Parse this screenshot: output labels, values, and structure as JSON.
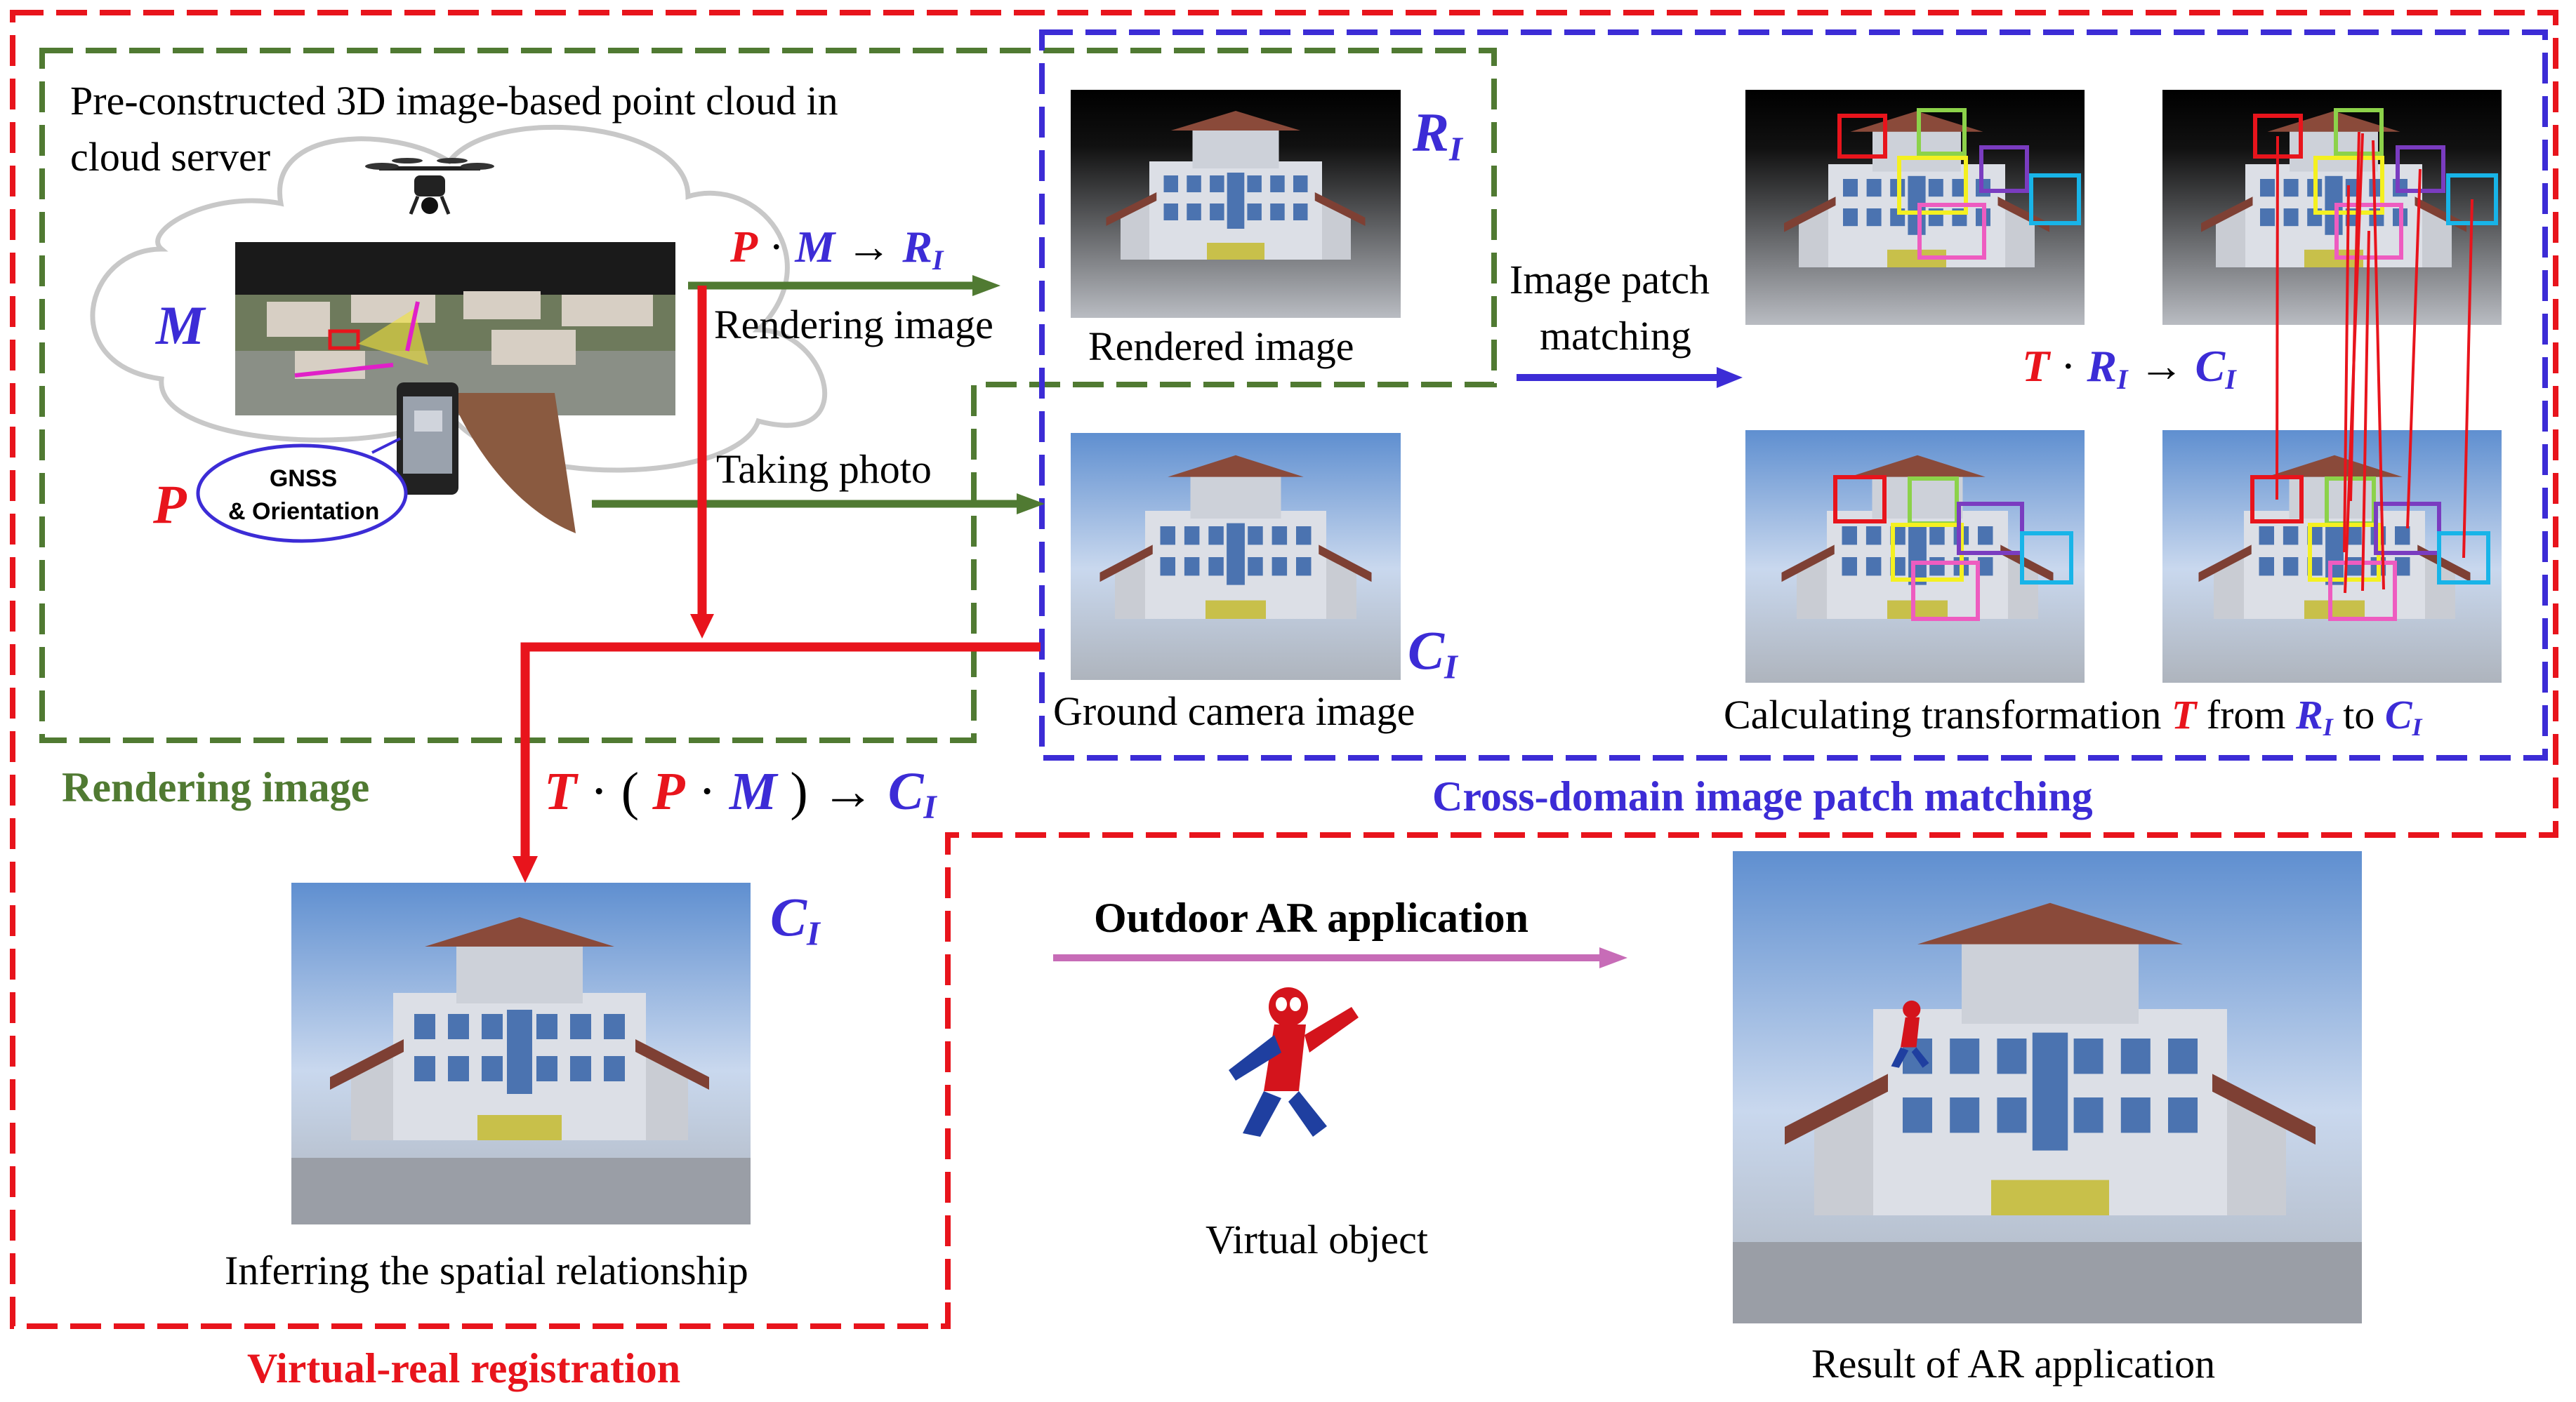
{
  "labels": {
    "cloud_title_line1": "Pre-constructed 3D image-based point cloud in",
    "cloud_title_line2": "cloud server",
    "gnss_line1": "GNSS",
    "gnss_line2": "& Orientation",
    "sym_M": "M",
    "sym_P": "P",
    "sym_R": "R",
    "sym_C": "C",
    "sym_T": "T",
    "sub_I": "I",
    "dot": "·",
    "arrow": "→",
    "paren_open": "(",
    "paren_close": ")",
    "rendering_image_arrow": "Rendering image",
    "taking_photo": "Taking photo",
    "rendered_image": "Rendered image",
    "ground_camera_image": "Ground camera image",
    "image_patch_line1": "Image patch",
    "image_patch_line2": "matching",
    "calc_prefix": "Calculating transformation",
    "calc_from": "from",
    "calc_to": "to",
    "section_rendering": "Rendering image",
    "section_cross_domain": "Cross-domain image patch matching",
    "section_virtual_real": "Virtual-real registration",
    "inferring": "Inferring the spatial relationship",
    "outdoor_ar": "Outdoor AR application",
    "virtual_object": "Virtual object",
    "result_ar": "Result of AR application"
  },
  "colors": {
    "red": "#e8141c",
    "blue": "#3c2cd6",
    "green": "#507a32",
    "pink": "#c76cb7"
  }
}
